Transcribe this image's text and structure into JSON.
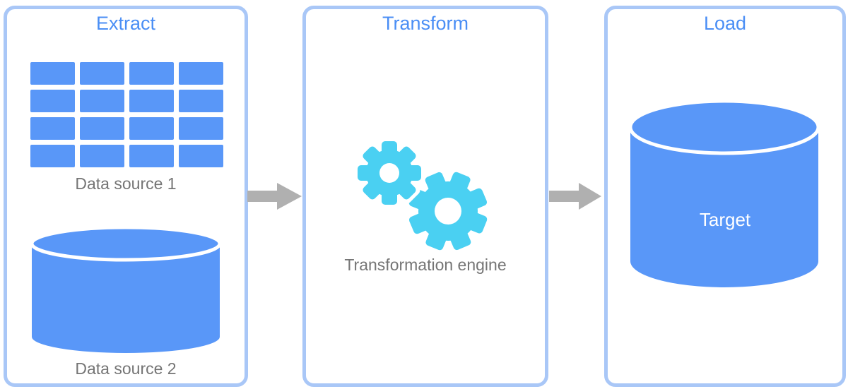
{
  "diagram": {
    "stages": [
      {
        "title": "Extract",
        "items": [
          {
            "icon": "table-icon",
            "label": "Data source 1"
          },
          {
            "icon": "database-cylinder-icon",
            "label": "Data source 2"
          }
        ]
      },
      {
        "title": "Transform",
        "items": [
          {
            "icon": "gears-icon",
            "label": "Transformation engine"
          }
        ]
      },
      {
        "title": "Load",
        "items": [
          {
            "icon": "database-cylinder-icon",
            "label": "Target"
          }
        ]
      }
    ],
    "connectors": [
      {
        "from": "Extract",
        "to": "Transform",
        "icon": "arrow-right-icon"
      },
      {
        "from": "Transform",
        "to": "Load",
        "icon": "arrow-right-icon"
      }
    ]
  },
  "colors": {
    "panel_border": "#a9c7f7",
    "title_blue": "#4a8ef5",
    "shape_blue": "#5997f8",
    "gear_cyan": "#4ad0f2",
    "label_gray": "#757575",
    "target_text": "#ffffff",
    "arrow_gray": "#b0b0b0",
    "background": "#ffffff"
  }
}
